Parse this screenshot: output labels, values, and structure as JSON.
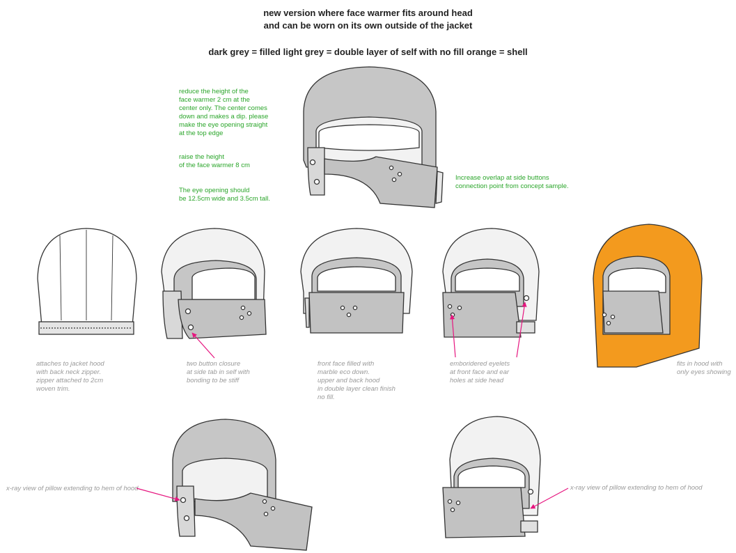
{
  "header": {
    "title_line1": "new version where face warmer fits around head",
    "title_line2": "and can be worn on its own outside of the jacket",
    "legend": "dark grey = filled      light grey = double layer of self with no fill     orange = shell"
  },
  "notes": {
    "height_note": [
      "reduce the height of the",
      "face warmer 2 cm at the",
      "center only. The center comes",
      "down and makes a dip. please",
      "make the eye opening straight",
      "at the top edge"
    ],
    "raise_note": [
      "raise the height",
      "of the face warmer 8 cm"
    ],
    "eye_note": [
      "The eye opening should",
      "be 12.5cm wide and 3.5cm tall."
    ],
    "overlap_note": [
      "Increase overlap at side buttons",
      "connection point from concept sample."
    ]
  },
  "captions": {
    "jacket": [
      "attaches to jacket hood",
      "with back neck zipper.",
      "zipper attached to 2cm",
      "woven trim."
    ],
    "closure": [
      "two button closure",
      "at side tab in self with",
      "bonding to be stiff"
    ],
    "front": [
      "front face filled with",
      "marble eco down.",
      "upper and back hood",
      "in double layer clean finish",
      "no fill."
    ],
    "eyelets": [
      "emboridered eyelets",
      "at front face and ear",
      "holes at side head"
    ],
    "hood": [
      "fits in hood with",
      "only eyes showing"
    ],
    "xray_left": "x-ray view of pillow extending to hem of hood",
    "xray_right": "x-ray view of pillow extending to hem of hood"
  },
  "colors": {
    "note_green": "#2aa52a",
    "caption_grey": "#9a9a9a",
    "dark_grey_fill": "#b9b9b9",
    "light_grey": "#f2f2f2",
    "orange_shell": "#f39a1e",
    "arrow_pink": "#e6157f"
  }
}
